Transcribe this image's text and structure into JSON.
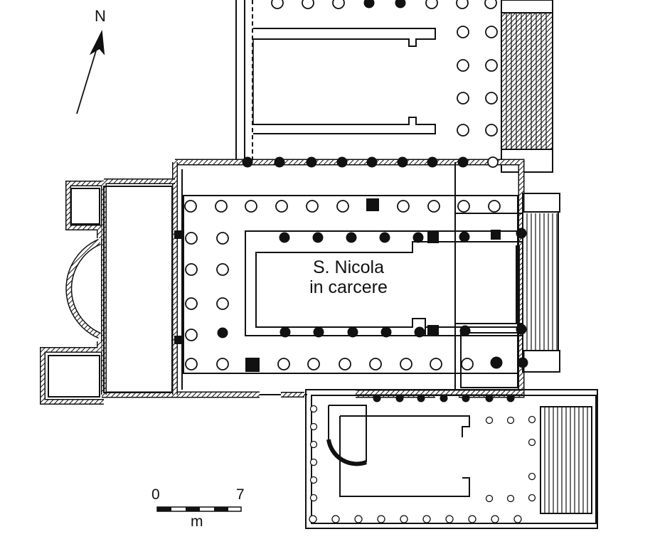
{
  "title": "",
  "church_label": [
    "S. Nicola",
    "in carcere"
  ],
  "north_label": "N",
  "scale_bar": {
    "min_label": "0",
    "max_label": "7",
    "unit_label": "m"
  },
  "legend": []
}
